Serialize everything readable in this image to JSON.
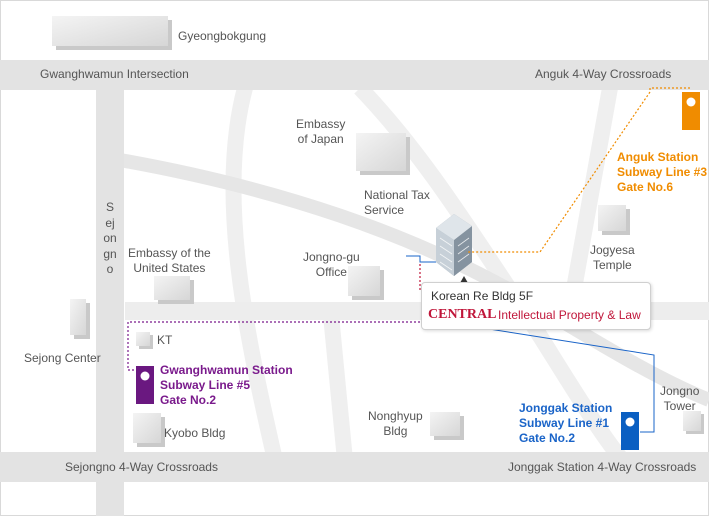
{
  "colors": {
    "road": "#e3e3e3",
    "line3": "#f08c00",
    "line5": "#7a1a8c",
    "line1": "#1a64c8",
    "brand": "#c0163a"
  },
  "roads": {
    "top": "Gwanghwamun Intersection",
    "top_right": "Anguk 4-Way Crossroads",
    "bottom_left": "Sejongno 4-Way Crossroads",
    "bottom_right": "Jonggak Station 4-Way Crossroads",
    "vertical": "Sejongno"
  },
  "landmarks": {
    "gyeongbokgung": "Gyeongbokgung",
    "embassy_japan": "Embassy\nof Japan",
    "national_tax": "National Tax\nService",
    "embassy_us": "Embassy of the\nUnited States",
    "jongno_gu": "Jongno-gu\nOffice",
    "jogyesa": "Jogyesa\nTemple",
    "sejong_center": "Sejong Center",
    "kt": "KT",
    "kyobo": "Kyobo Bldg",
    "nonghyup": "Nonghyup\nBldg",
    "jongno_tower": "Jongno\nTower"
  },
  "stations": {
    "anguk": {
      "name": "Anguk Station",
      "line": "Subway Line #3",
      "gate": "Gate No.6"
    },
    "gwanghwamun": {
      "name": "Gwanghwamun Station",
      "line": "Subway Line #5",
      "gate": "Gate No.2"
    },
    "jonggak": {
      "name": "Jonggak Station",
      "line": "Subway Line #1",
      "gate": "Gate No.2"
    }
  },
  "destination": {
    "building": "Korean Re Bldg 5F",
    "brand": "CENTRAL",
    "brand_sub": "Intellectual Property & Law"
  }
}
